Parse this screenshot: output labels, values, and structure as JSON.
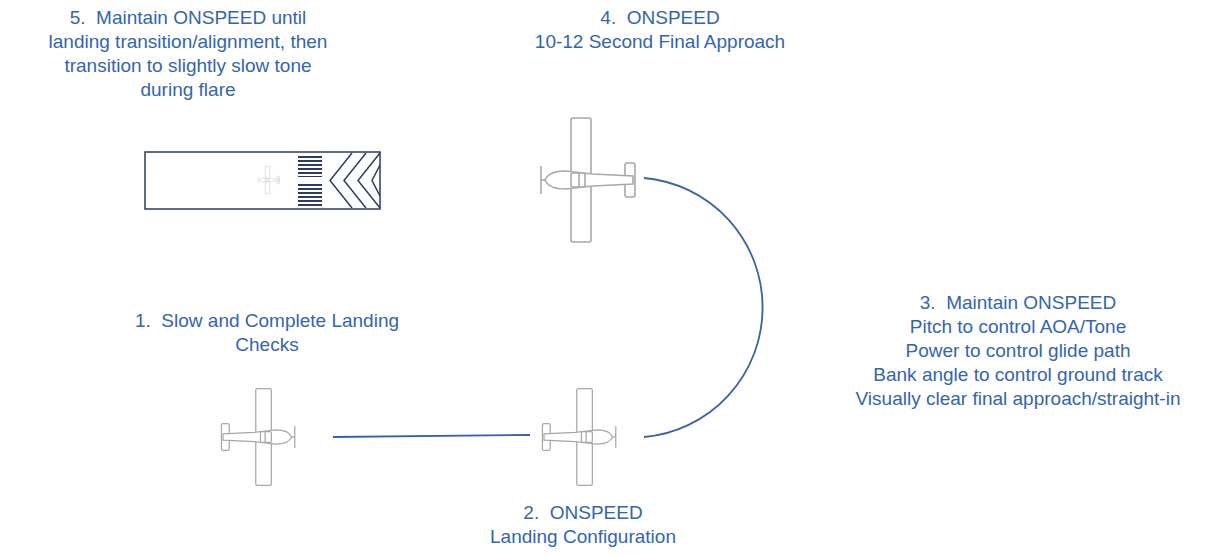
{
  "diagram": {
    "labels": [
      "5.  Maintain ONSPEED until",
      "landing transition/alignment, then",
      "transition to slightly slow tone",
      "during flare",
      "4.  ONSPEED",
      "10-12 Second Final Approach",
      "1.  Slow and Complete Landing",
      "Checks",
      "3.  Maintain ONSPEED",
      "Pitch to control AOA/Tone",
      "Power to control glide path",
      "Bank angle to control ground track",
      "Visually clear final approach/straight-in",
      "2.  ONSPEED",
      "Landing Configuration"
    ]
  }
}
